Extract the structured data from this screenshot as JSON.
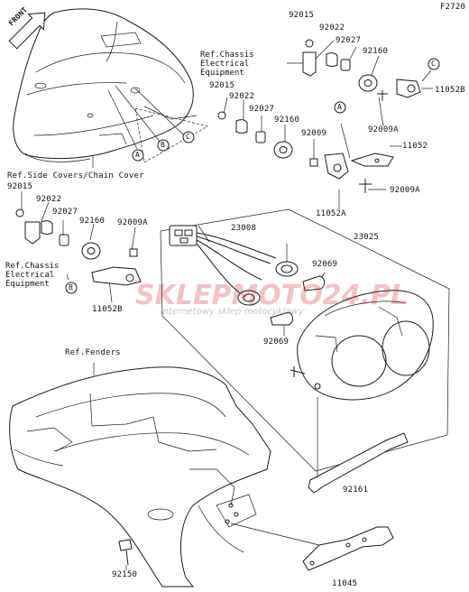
{
  "diagram": {
    "code": "F2720",
    "front_label": "FRONT",
    "refs": {
      "chassis_top": "Ref.Chassis\nElectrical\nEquipment",
      "chassis_left": "Ref.Chassis\nElectrical\nEquipment",
      "side_covers": "Ref.Side Covers/Chain Cover",
      "fenders": "Ref.Fenders"
    },
    "callouts": [
      "A",
      "B",
      "C"
    ],
    "parts": {
      "p92015_a": "92015",
      "p92022_a": "92022",
      "p92027_a": "92027",
      "p92160_a": "92160",
      "p11052b_a": "11052B",
      "p92009a_a": "92009A",
      "p92015_b": "92015",
      "p92022_b": "92022",
      "p92027_b": "92027",
      "p92160_b": "92160",
      "p92009_b": "92009",
      "p11052": "11052",
      "p92009a_b": "92009A",
      "p11052a": "11052A",
      "p92015_c": "92015",
      "p92022_c": "92022",
      "p92027_c": "92027",
      "p92160_c": "92160",
      "p92009a_c": "92009A",
      "p11052b_c": "11052B",
      "p23008": "23008",
      "p23025": "23025",
      "p92069_a": "92069",
      "p92069_b": "92069",
      "p92161": "92161",
      "p92150": "92150",
      "p11045": "11045"
    },
    "watermark": {
      "brand": "SKLEPMOTO24.PL",
      "tagline": "internetowy sklep motocyklowy"
    }
  }
}
